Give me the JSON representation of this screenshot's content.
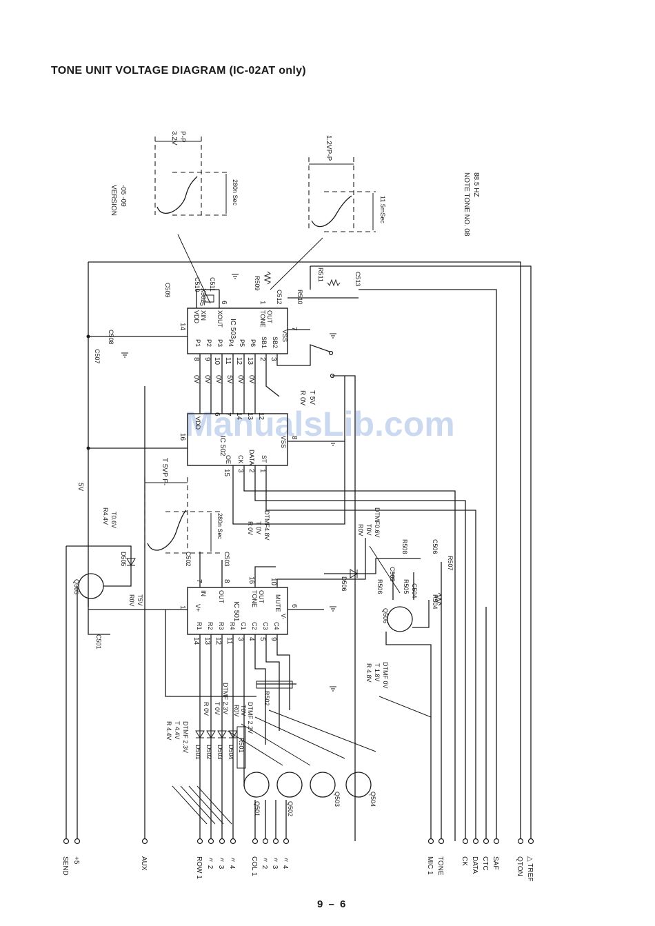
{
  "title": "TONE UNIT VOLTAGE DIAGRAM  (IC-02AT only)",
  "page_number": "9 – 6",
  "watermark": "ManualsLib.com",
  "version_note": {
    "line1": "VERSION",
    "line2": "-05 -09"
  },
  "tone_note": {
    "line1": "NOTE   TONE NO. 08",
    "line2": "88.5 HZ"
  },
  "waveforms": {
    "w1_amp": "3.2V",
    "w1_amp2": "P-P",
    "w1_time": "280n Sec",
    "w2_amp": "1.2VP-P",
    "w2_time": "11.5mSec",
    "w3_amp": "T 5VP P-",
    "w3_time": "280n Sec"
  },
  "ics": {
    "ic503": {
      "name": "IC 503",
      "pins_left": [
        "VDD",
        "XIN",
        "XOUT",
        "TONE",
        "OUT",
        "VSS"
      ],
      "pins_bottom": [
        "P1",
        "P2",
        "P3",
        "P4",
        "P5",
        "P6",
        "SB1",
        "SB2"
      ]
    },
    "ic502": {
      "name": "IC 502",
      "pins": [
        "VDD",
        "VSS",
        "OE",
        "CK",
        "DATA",
        "ST"
      ]
    },
    "ic501": {
      "name": "IC 501",
      "pins": [
        "V+",
        "IN",
        "OUT",
        "TONE",
        "OUT",
        "MUTE",
        "V-",
        "R1",
        "R2",
        "R3",
        "R4",
        "C1",
        "C2",
        "C3",
        "C4"
      ]
    }
  },
  "pin_numbers": {
    "ic503": [
      "14",
      "5",
      "6",
      "1",
      "7",
      "8",
      "9",
      "10",
      "11",
      "12",
      "13",
      "2",
      "3"
    ],
    "ic502": [
      "16",
      "8",
      "15",
      "3",
      "2",
      "1",
      "6",
      "7",
      "12",
      "14",
      "13"
    ],
    "ic501": [
      "1",
      "7",
      "8",
      "16",
      "10",
      "6",
      "14",
      "13",
      "12",
      "11",
      "3",
      "4",
      "5",
      "9"
    ]
  },
  "p_voltages": [
    "0V",
    "0V",
    "0V",
    "5V",
    "0V",
    "0V"
  ],
  "components": {
    "caps": [
      "C509",
      "C510",
      "C511",
      "C508",
      "C507",
      "C512",
      "C513",
      "C502",
      "C503",
      "C501",
      "C505",
      "C504",
      "C506"
    ],
    "resistors": [
      "R509",
      "R510",
      "R511",
      "R508",
      "R507",
      "R506",
      "R505",
      "R504",
      "R502",
      "R501"
    ],
    "crystal": "X502",
    "diodes": [
      "D505",
      "D506",
      "D501",
      "D502",
      "D503",
      "D504"
    ],
    "transistors": [
      "Q505",
      "Q506",
      "Q501",
      "Q502",
      "Q503",
      "Q504"
    ]
  },
  "voltage_labels": {
    "five_v": "5V",
    "q505_r": "R4.4V",
    "q505_t": "T0.6V",
    "q505_bias_r": "R0V",
    "q505_bias_t": "T5V",
    "mute_r": "R 0V",
    "mute_t": "T 0V",
    "mute_d": "DTMF4.8V",
    "q506_r": "R0V",
    "q506_t": "T0V",
    "q506_d": "DTMF0.6V",
    "ic502_r": "R 0V",
    "ic502_t": "T 5V",
    "r502_r": "R 4.8V",
    "r502_t": "T 1.8V",
    "r502_d": "DTMF 0V",
    "d501_r": "R 4.4V",
    "d501_t": "T 4.4V",
    "d501_d": "DTMF 2.3V",
    "d502_r": "R 0V",
    "d502_t": "T 0V",
    "d502_d": "DTMF 2.3V",
    "r501_r": "R0V",
    "r501_t": "T0V",
    "r501_d": "DTMF 2.2V"
  },
  "terminals": [
    {
      "label": "SEND"
    },
    {
      "label": "+5"
    },
    {
      "label": "AUX"
    },
    {
      "label": "ROW 1"
    },
    {
      "label": "〃 2"
    },
    {
      "label": "〃 3"
    },
    {
      "label": "〃 4"
    },
    {
      "label": "COL 1"
    },
    {
      "label": "〃 2"
    },
    {
      "label": "〃 3"
    },
    {
      "label": "〃 4"
    },
    {
      "label": "MIC 1"
    },
    {
      "label": "TONE"
    },
    {
      "label": "CK"
    },
    {
      "label": "DATA"
    },
    {
      "label": "CTC"
    },
    {
      "label": "SAF"
    },
    {
      "label": "QTON"
    },
    {
      "label": "△ TREF"
    }
  ]
}
